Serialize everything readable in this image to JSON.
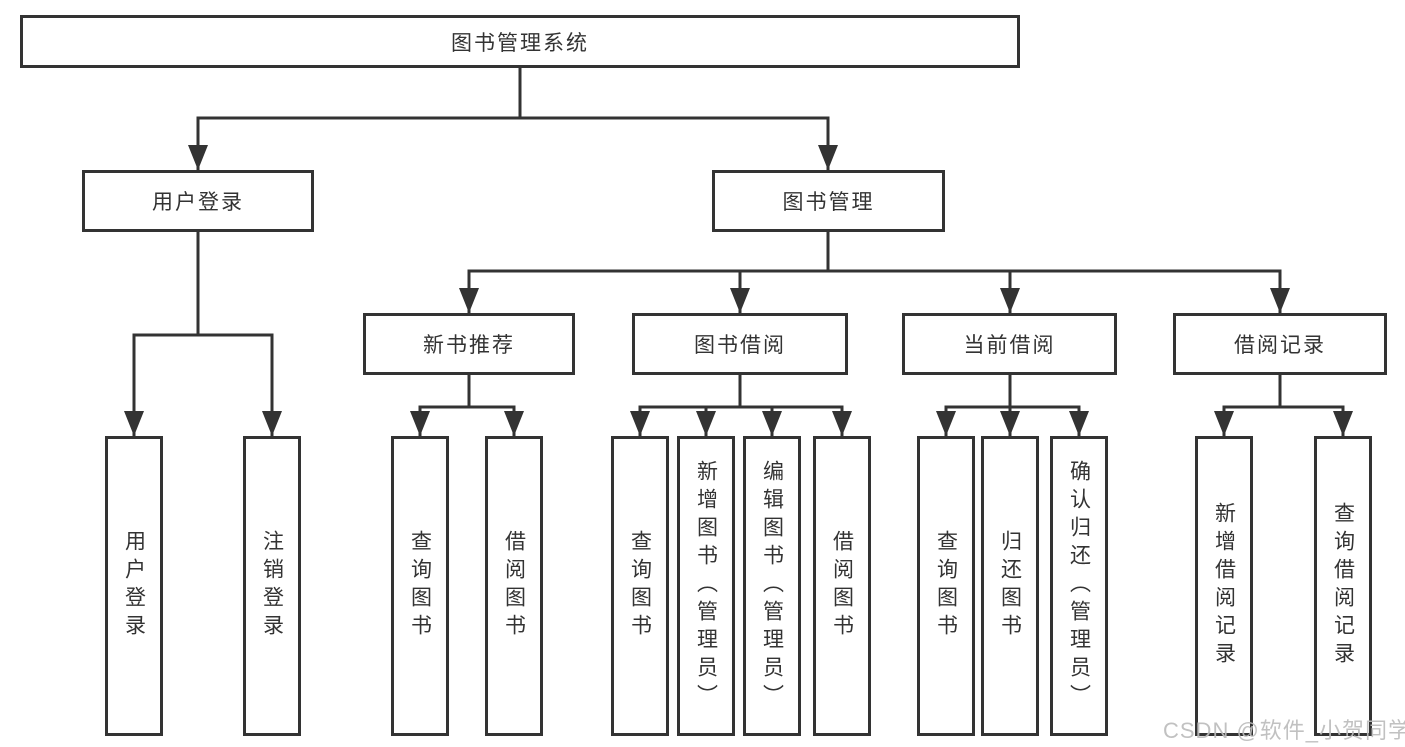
{
  "diagram": {
    "title_node": "图书管理系统",
    "tree": {
      "root": {
        "label": "图书管理系统"
      },
      "branches": [
        {
          "label": "用户登录",
          "children": [
            {
              "label": "用户登录"
            },
            {
              "label": "注销登录"
            }
          ]
        },
        {
          "label": "图书管理",
          "children": [
            {
              "label": "新书推荐",
              "children": [
                {
                  "label": "查询图书"
                },
                {
                  "label": "借阅图书"
                }
              ]
            },
            {
              "label": "图书借阅",
              "children": [
                {
                  "label": "查询图书"
                },
                {
                  "label": "新增图书（管理员）"
                },
                {
                  "label": "编辑图书（管理员）"
                },
                {
                  "label": "借阅图书"
                }
              ]
            },
            {
              "label": "当前借阅",
              "children": [
                {
                  "label": "查询图书"
                },
                {
                  "label": "归还图书"
                },
                {
                  "label": "确认归还（管理员）"
                }
              ]
            },
            {
              "label": "借阅记录",
              "children": [
                {
                  "label": "新增借阅记录"
                },
                {
                  "label": "查询借阅记录"
                }
              ]
            }
          ]
        }
      ]
    },
    "colors": {
      "line": "#333333",
      "box_background": "#ffffff",
      "text": "#333333",
      "watermark": "#bcbcbc"
    }
  },
  "watermark": {
    "text": "CSDN @软件_小贺同学"
  }
}
